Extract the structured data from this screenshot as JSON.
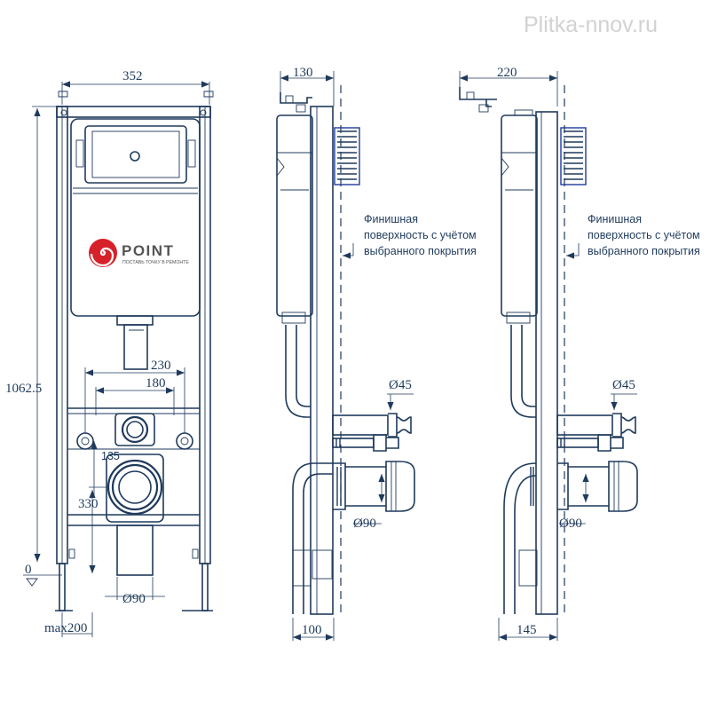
{
  "watermark": "Plitka-nnov.ru",
  "colors": {
    "line": "#1f3a5c",
    "blue_parts": "#1e3a9c",
    "logo_red": "#d6212a",
    "logo_gray": "#555555",
    "watermark": "#d2d2d2"
  },
  "logo": {
    "brand": "POINT",
    "tagline": "ПОСТАВЬ ТОЧКУ В РЕМОНТЕ",
    "icon": "spiral-logo-icon"
  },
  "front_view": {
    "dims": {
      "width": "352",
      "height": "1062.5",
      "d230": "230",
      "d180": "180",
      "d135": "135",
      "d330": "330",
      "d90": "Ø90",
      "zero": "0",
      "max": "max200"
    }
  },
  "side_view_left": {
    "dims": {
      "top": "130",
      "bottom": "100",
      "d45": "Ø45",
      "d90": "Ø90"
    },
    "note": [
      "Финишная",
      "поверхность с учётом",
      "выбранного покрытия"
    ]
  },
  "side_view_right": {
    "dims": {
      "top": "220",
      "bottom": "145",
      "d45": "Ø45",
      "d90": "Ø90"
    },
    "note": [
      "Финишная",
      "поверхность с учётом",
      "выбранного покрытия"
    ]
  }
}
